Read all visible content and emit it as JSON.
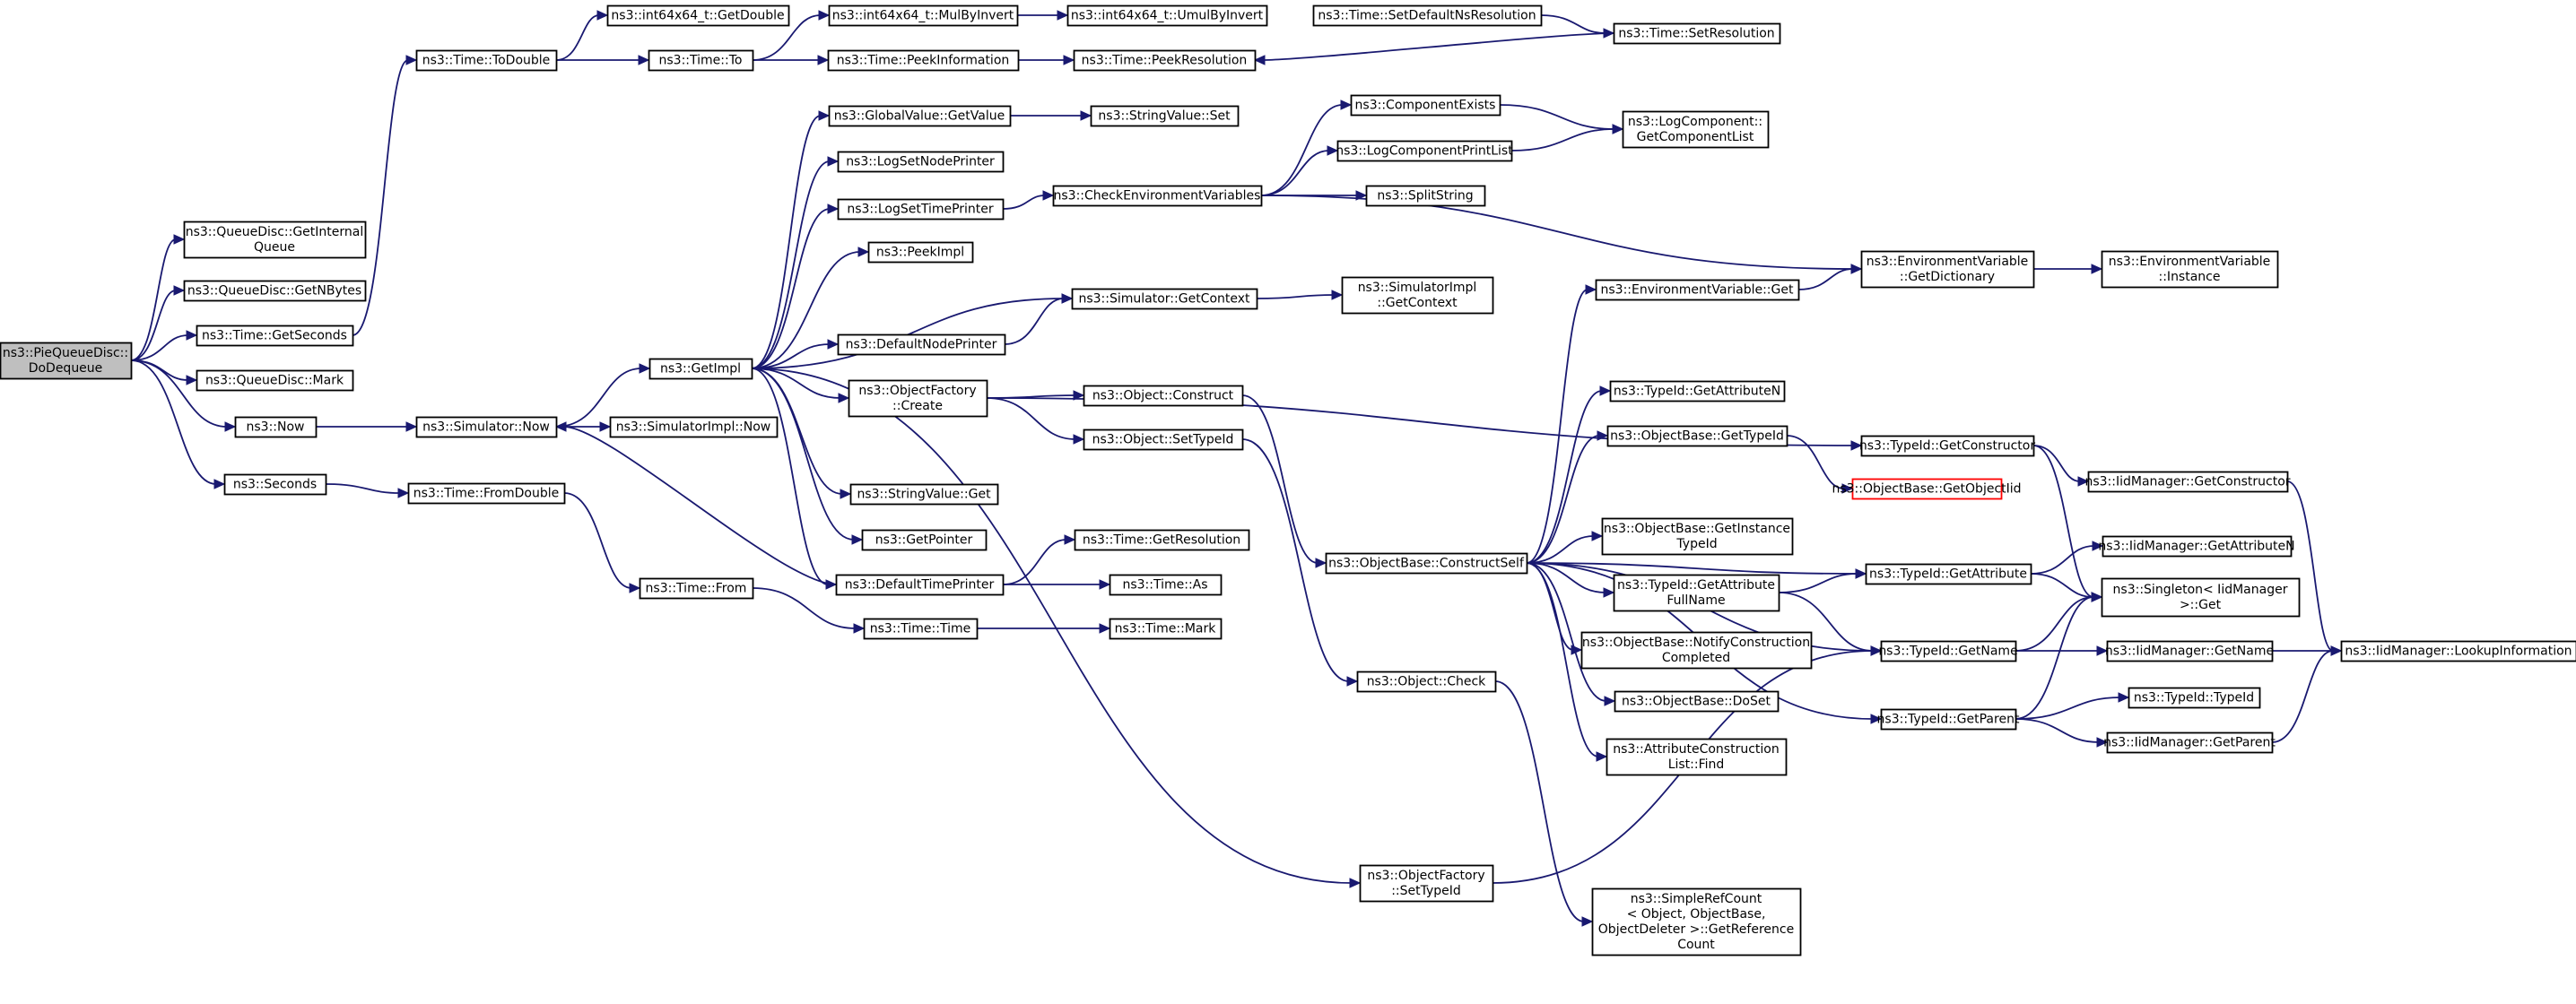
{
  "diagram": {
    "nodes": [
      {
        "id": "root",
        "lines": [
          "ns3::PieQueueDisc::",
          "DoDequeue"
        ],
        "root": true
      },
      {
        "id": "getInternalQueue",
        "lines": [
          "ns3::QueueDisc::GetInternal",
          "Queue"
        ]
      },
      {
        "id": "getNBytes",
        "lines": [
          "ns3::QueueDisc::GetNBytes"
        ]
      },
      {
        "id": "timeGetSeconds",
        "lines": [
          "ns3::Time::GetSeconds"
        ]
      },
      {
        "id": "qdMark",
        "lines": [
          "ns3::QueueDisc::Mark"
        ]
      },
      {
        "id": "now",
        "lines": [
          "ns3::Now"
        ]
      },
      {
        "id": "seconds",
        "lines": [
          "ns3::Seconds"
        ]
      },
      {
        "id": "toDouble",
        "lines": [
          "ns3::Time::ToDouble"
        ]
      },
      {
        "id": "timeTo",
        "lines": [
          "ns3::Time::To"
        ]
      },
      {
        "id": "int64GetDouble",
        "lines": [
          "ns3::int64x64_t::GetDouble"
        ]
      },
      {
        "id": "mulByInvert",
        "lines": [
          "ns3::int64x64_t::MulByInvert"
        ]
      },
      {
        "id": "umulByInvert",
        "lines": [
          "ns3::int64x64_t::UmulByInvert"
        ]
      },
      {
        "id": "peekInformation",
        "lines": [
          "ns3::Time::PeekInformation"
        ]
      },
      {
        "id": "peekResolution",
        "lines": [
          "ns3::Time::PeekResolution"
        ]
      },
      {
        "id": "setDefaultNsRes",
        "lines": [
          "ns3::Time::SetDefaultNsResolution"
        ]
      },
      {
        "id": "setResolution",
        "lines": [
          "ns3::Time::SetResolution"
        ]
      },
      {
        "id": "simulatorNow",
        "lines": [
          "ns3::Simulator::Now"
        ]
      },
      {
        "id": "simImplNow",
        "lines": [
          "ns3::SimulatorImpl::Now"
        ]
      },
      {
        "id": "timeFromDouble",
        "lines": [
          "ns3::Time::FromDouble"
        ]
      },
      {
        "id": "timeFrom",
        "lines": [
          "ns3::Time::From"
        ]
      },
      {
        "id": "timeTime",
        "lines": [
          "ns3::Time::Time"
        ]
      },
      {
        "id": "timeMark",
        "lines": [
          "ns3::Time::Mark"
        ]
      },
      {
        "id": "getImpl",
        "lines": [
          "ns3::GetImpl"
        ]
      },
      {
        "id": "globalValueGetValue",
        "lines": [
          "ns3::GlobalValue::GetValue"
        ]
      },
      {
        "id": "stringValueSet",
        "lines": [
          "ns3::StringValue::Set"
        ]
      },
      {
        "id": "logSetNodePrinter",
        "lines": [
          "ns3::LogSetNodePrinter"
        ]
      },
      {
        "id": "logSetTimePrinter",
        "lines": [
          "ns3::LogSetTimePrinter"
        ]
      },
      {
        "id": "checkEnvVars",
        "lines": [
          "ns3::CheckEnvironmentVariables"
        ]
      },
      {
        "id": "peekImpl",
        "lines": [
          "ns3::PeekImpl"
        ]
      },
      {
        "id": "simGetContext",
        "lines": [
          "ns3::Simulator::GetContext"
        ]
      },
      {
        "id": "simImplGetContext",
        "lines": [
          "ns3::SimulatorImpl",
          "::GetContext"
        ]
      },
      {
        "id": "defaultNodePrinter",
        "lines": [
          "ns3::DefaultNodePrinter"
        ]
      },
      {
        "id": "objectFactoryCreate",
        "lines": [
          "ns3::ObjectFactory",
          "::Create"
        ]
      },
      {
        "id": "objectConstruct",
        "lines": [
          "ns3::Object::Construct"
        ]
      },
      {
        "id": "objectSetTypeId",
        "lines": [
          "ns3::Object::SetTypeId"
        ]
      },
      {
        "id": "stringValueGet",
        "lines": [
          "ns3::StringValue::Get"
        ]
      },
      {
        "id": "getPointer",
        "lines": [
          "ns3::GetPointer"
        ]
      },
      {
        "id": "defaultTimePrinter",
        "lines": [
          "ns3::DefaultTimePrinter"
        ]
      },
      {
        "id": "timeGetResolution",
        "lines": [
          "ns3::Time::GetResolution"
        ]
      },
      {
        "id": "timeAs",
        "lines": [
          "ns3::Time::As"
        ]
      },
      {
        "id": "componentExists",
        "lines": [
          "ns3::ComponentExists"
        ]
      },
      {
        "id": "logComponentPrintList",
        "lines": [
          "ns3::LogComponentPrintList"
        ]
      },
      {
        "id": "splitString",
        "lines": [
          "ns3::SplitString"
        ]
      },
      {
        "id": "logComponentGetList",
        "lines": [
          "ns3::LogComponent::",
          "GetComponentList"
        ]
      },
      {
        "id": "envVarGetDictionary",
        "lines": [
          "ns3::EnvironmentVariable",
          "::GetDictionary"
        ]
      },
      {
        "id": "envVarInstance",
        "lines": [
          "ns3::EnvironmentVariable",
          "::Instance"
        ]
      },
      {
        "id": "envVarGet",
        "lines": [
          "ns3::EnvironmentVariable::Get"
        ]
      },
      {
        "id": "typeIdGetAttributeN",
        "lines": [
          "ns3::TypeId::GetAttributeN"
        ]
      },
      {
        "id": "objectBaseGetTypeId",
        "lines": [
          "ns3::ObjectBase::GetTypeId"
        ]
      },
      {
        "id": "objectBaseGetObjectIid",
        "lines": [
          "ns3::ObjectBase::GetObjectIid"
        ],
        "red": true
      },
      {
        "id": "typeIdGetConstructor",
        "lines": [
          "ns3::TypeId::GetConstructor"
        ]
      },
      {
        "id": "iidGetConstructor",
        "lines": [
          "ns3::IidManager::GetConstructor"
        ]
      },
      {
        "id": "constructSelf",
        "lines": [
          "ns3::ObjectBase::ConstructSelf"
        ]
      },
      {
        "id": "getInstanceTypeId",
        "lines": [
          "ns3::ObjectBase::GetInstance",
          "TypeId"
        ]
      },
      {
        "id": "getAttributeFullName",
        "lines": [
          "ns3::TypeId::GetAttribute",
          "FullName"
        ]
      },
      {
        "id": "typeIdGetAttribute",
        "lines": [
          "ns3::TypeId::GetAttribute"
        ]
      },
      {
        "id": "iidGetAttributeN",
        "lines": [
          "ns3::IidManager::GetAttributeN"
        ]
      },
      {
        "id": "singletonGet",
        "lines": [
          "ns3::Singleton< IidManager",
          ">::Get"
        ]
      },
      {
        "id": "notifyConstruction",
        "lines": [
          "ns3::ObjectBase::NotifyConstruction",
          "Completed"
        ]
      },
      {
        "id": "typeIdGetName",
        "lines": [
          "ns3::TypeId::GetName"
        ]
      },
      {
        "id": "iidGetName",
        "lines": [
          "ns3::IidManager::GetName"
        ]
      },
      {
        "id": "lookupInformation",
        "lines": [
          "ns3::IidManager::LookupInformation"
        ]
      },
      {
        "id": "objectBaseDoSet",
        "lines": [
          "ns3::ObjectBase::DoSet"
        ]
      },
      {
        "id": "typeIdGetParent",
        "lines": [
          "ns3::TypeId::GetParent"
        ]
      },
      {
        "id": "typeIdTypeId",
        "lines": [
          "ns3::TypeId::TypeId"
        ]
      },
      {
        "id": "iidGetParent",
        "lines": [
          "ns3::IidManager::GetParent"
        ]
      },
      {
        "id": "attrConstructionFind",
        "lines": [
          "ns3::AttributeConstruction",
          "List::Find"
        ]
      },
      {
        "id": "objectCheck",
        "lines": [
          "ns3::Object::Check"
        ]
      },
      {
        "id": "objectFactorySetTypeId",
        "lines": [
          "ns3::ObjectFactory",
          "::SetTypeId"
        ]
      },
      {
        "id": "getReferenceCount",
        "lines": [
          "ns3::SimpleRefCount",
          "< Object, ObjectBase,",
          "ObjectDeleter >::GetReference",
          "Count"
        ]
      }
    ],
    "edges": [
      [
        "root",
        "getInternalQueue"
      ],
      [
        "root",
        "getNBytes"
      ],
      [
        "root",
        "timeGetSeconds"
      ],
      [
        "root",
        "qdMark"
      ],
      [
        "root",
        "now"
      ],
      [
        "root",
        "seconds"
      ],
      [
        "timeGetSeconds",
        "toDouble"
      ],
      [
        "toDouble",
        "timeTo"
      ],
      [
        "toDouble",
        "int64GetDouble"
      ],
      [
        "timeTo",
        "mulByInvert"
      ],
      [
        "timeTo",
        "peekInformation"
      ],
      [
        "mulByInvert",
        "umulByInvert"
      ],
      [
        "peekInformation",
        "peekResolution"
      ],
      [
        "setDefaultNsRes",
        "setResolution"
      ],
      [
        "setResolution",
        "peekResolution"
      ],
      [
        "now",
        "simulatorNow"
      ],
      [
        "simulatorNow",
        "getImpl"
      ],
      [
        "simulatorNow",
        "simImplNow"
      ],
      [
        "seconds",
        "timeFromDouble"
      ],
      [
        "timeFromDouble",
        "timeFrom"
      ],
      [
        "timeFrom",
        "timeTime"
      ],
      [
        "timeTime",
        "timeMark"
      ],
      [
        "getImpl",
        "globalValueGetValue"
      ],
      [
        "globalValueGetValue",
        "stringValueSet"
      ],
      [
        "getImpl",
        "logSetNodePrinter"
      ],
      [
        "getImpl",
        "logSetTimePrinter"
      ],
      [
        "logSetTimePrinter",
        "checkEnvVars"
      ],
      [
        "getImpl",
        "peekImpl"
      ],
      [
        "getImpl",
        "simGetContext"
      ],
      [
        "simGetContext",
        "simImplGetContext"
      ],
      [
        "getImpl",
        "defaultNodePrinter"
      ],
      [
        "defaultNodePrinter",
        "simGetContext"
      ],
      [
        "getImpl",
        "objectFactoryCreate"
      ],
      [
        "objectFactoryCreate",
        "objectConstruct"
      ],
      [
        "objectFactoryCreate",
        "objectSetTypeId"
      ],
      [
        "getImpl",
        "stringValueGet"
      ],
      [
        "getImpl",
        "getPointer"
      ],
      [
        "getImpl",
        "defaultTimePrinter"
      ],
      [
        "getImpl",
        "objectFactorySetTypeId"
      ],
      [
        "defaultTimePrinter",
        "simulatorNow"
      ],
      [
        "defaultTimePrinter",
        "timeGetResolution"
      ],
      [
        "defaultTimePrinter",
        "timeAs"
      ],
      [
        "checkEnvVars",
        "componentExists"
      ],
      [
        "checkEnvVars",
        "logComponentPrintList"
      ],
      [
        "checkEnvVars",
        "splitString"
      ],
      [
        "checkEnvVars",
        "envVarGetDictionary"
      ],
      [
        "componentExists",
        "logComponentGetList"
      ],
      [
        "logComponentPrintList",
        "logComponentGetList"
      ],
      [
        "envVarGetDictionary",
        "envVarInstance"
      ],
      [
        "envVarGet",
        "envVarGetDictionary"
      ],
      [
        "objectFactoryCreate",
        "typeIdGetConstructor"
      ],
      [
        "objectConstruct",
        "constructSelf"
      ],
      [
        "objectSetTypeId",
        "objectCheck"
      ],
      [
        "constructSelf",
        "envVarGet"
      ],
      [
        "constructSelf",
        "typeIdGetAttributeN"
      ],
      [
        "constructSelf",
        "objectBaseGetTypeId"
      ],
      [
        "constructSelf",
        "getInstanceTypeId"
      ],
      [
        "constructSelf",
        "getAttributeFullName"
      ],
      [
        "constructSelf",
        "notifyConstruction"
      ],
      [
        "constructSelf",
        "objectBaseDoSet"
      ],
      [
        "constructSelf",
        "attrConstructionFind"
      ],
      [
        "constructSelf",
        "typeIdGetName"
      ],
      [
        "constructSelf",
        "typeIdGetParent"
      ],
      [
        "constructSelf",
        "typeIdGetAttribute"
      ],
      [
        "objectBaseGetTypeId",
        "objectBaseGetObjectIid"
      ],
      [
        "typeIdGetConstructor",
        "iidGetConstructor"
      ],
      [
        "typeIdGetConstructor",
        "singletonGet"
      ],
      [
        "getAttributeFullName",
        "typeIdGetAttribute"
      ],
      [
        "getAttributeFullName",
        "typeIdGetName"
      ],
      [
        "typeIdGetAttribute",
        "iidGetAttributeN"
      ],
      [
        "typeIdGetAttribute",
        "singletonGet"
      ],
      [
        "typeIdGetName",
        "singletonGet"
      ],
      [
        "typeIdGetName",
        "iidGetName"
      ],
      [
        "iidGetName",
        "lookupInformation"
      ],
      [
        "typeIdGetParent",
        "typeIdTypeId"
      ],
      [
        "typeIdGetParent",
        "iidGetParent"
      ],
      [
        "typeIdGetParent",
        "singletonGet"
      ],
      [
        "iidGetParent",
        "lookupInformation"
      ],
      [
        "iidGetConstructor",
        "lookupInformation"
      ],
      [
        "objectCheck",
        "getReferenceCount"
      ],
      [
        "objectFactorySetTypeId",
        "typeIdGetName"
      ]
    ],
    "colors": {
      "edge": "#191970",
      "node_border": "#000000",
      "root_fill": "#bfbfbf",
      "missing_border": "#ff0000"
    }
  }
}
